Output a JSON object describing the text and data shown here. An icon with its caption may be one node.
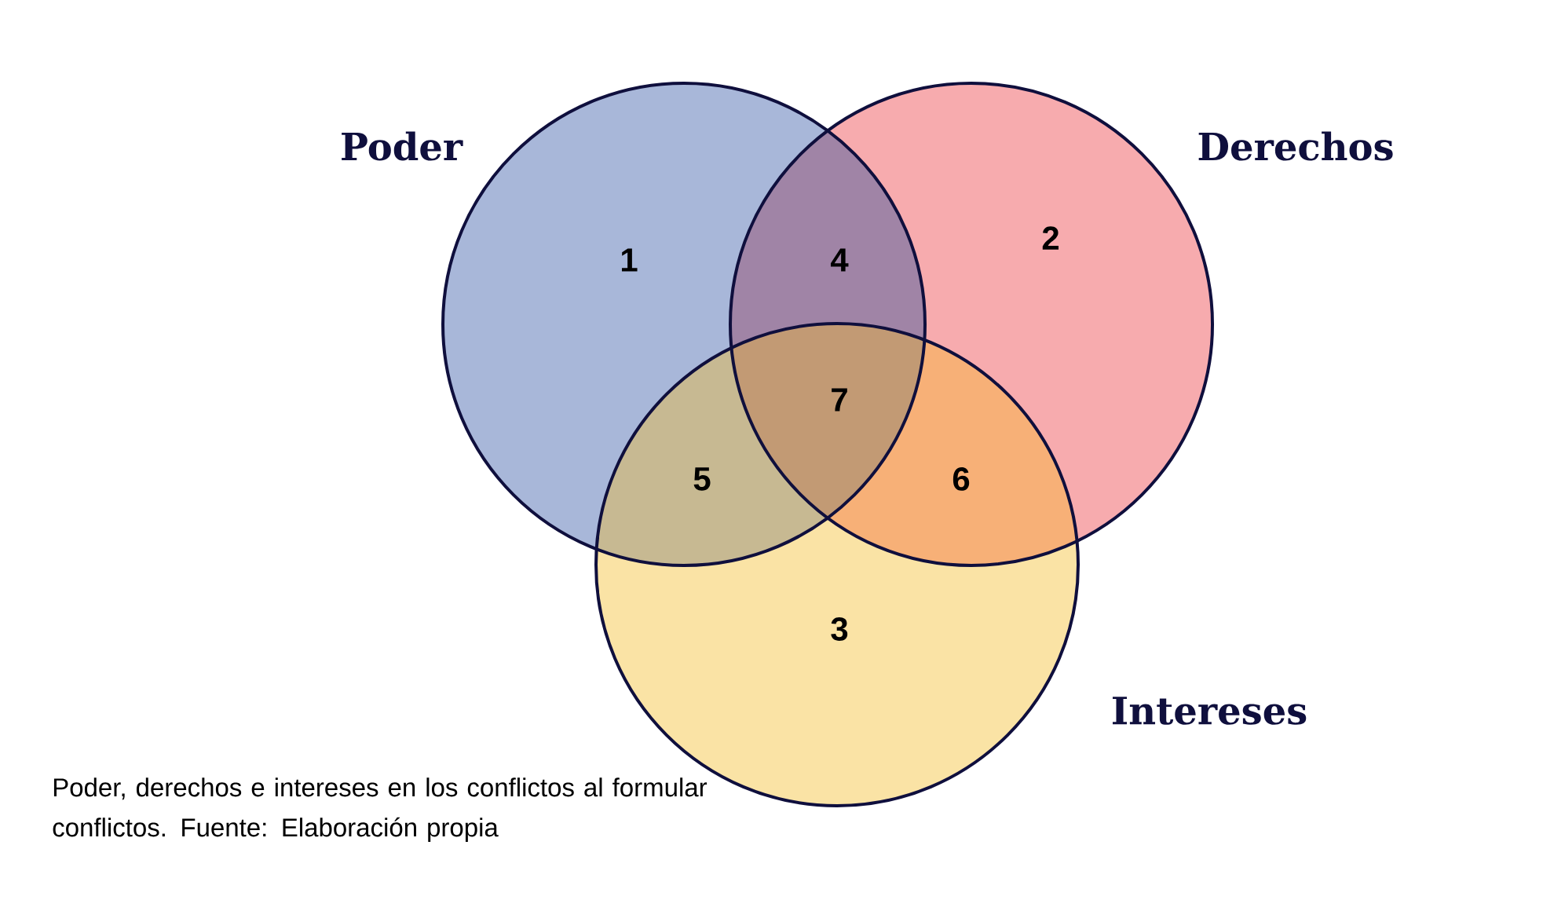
{
  "diagram": {
    "caption": "Poder, derechos e intereses en los conflictos al formular conflictos. Fuente: Elaboración propia",
    "nodes": [
      {
        "text": [
          "Poder"
        ]
      },
      {
        "text": [
          "Derechos"
        ]
      },
      {
        "text": [
          "Intereses"
        ]
      }
    ],
    "labels": [
      "1",
      "4",
      "2",
      "7",
      "5",
      "6",
      "3"
    ]
  }
}
